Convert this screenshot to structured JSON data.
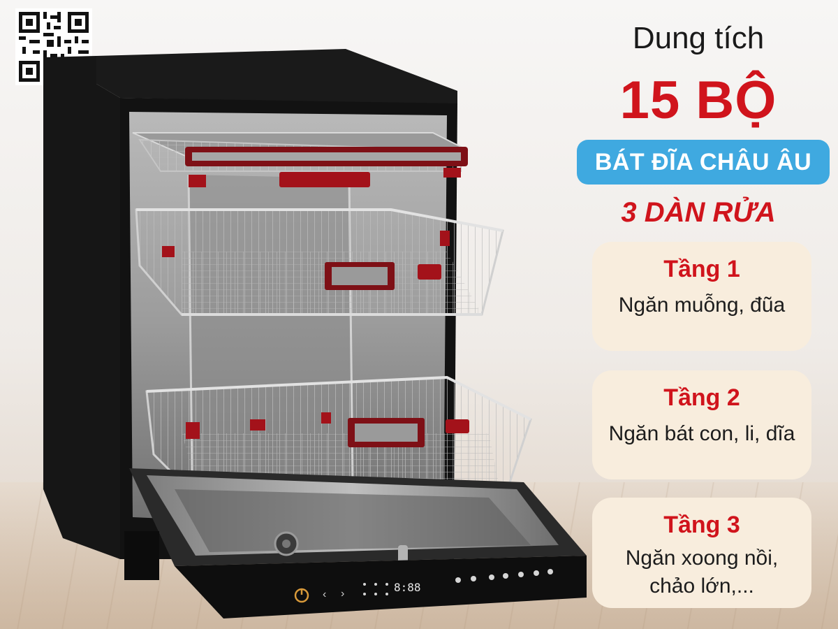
{
  "headline": {
    "label": "Dung tích",
    "capacity": "15 BỘ",
    "badge": "BÁT ĐĨA CHÂU ÂU",
    "racks": "3 DÀN RỬA"
  },
  "levels": [
    {
      "title": "Tầng 1",
      "desc": "Ngăn muỗng, đũa"
    },
    {
      "title": "Tầng 2",
      "desc": "Ngăn bát con, li, dĩa"
    },
    {
      "title": "Tầng 3",
      "desc_line1": "Ngăn xoong nồi,",
      "desc_line2": "chảo lớn,..."
    }
  ],
  "display": {
    "readout": "8:88"
  },
  "colors": {
    "accent_red": "#d0141c",
    "badge_blue": "#3fa9e0",
    "card_bg": "#f8eddd",
    "body_black": "#141414"
  },
  "icons": [
    "qr-code-icon",
    "power-icon",
    "arrow-left-icon",
    "arrow-right-icon"
  ]
}
